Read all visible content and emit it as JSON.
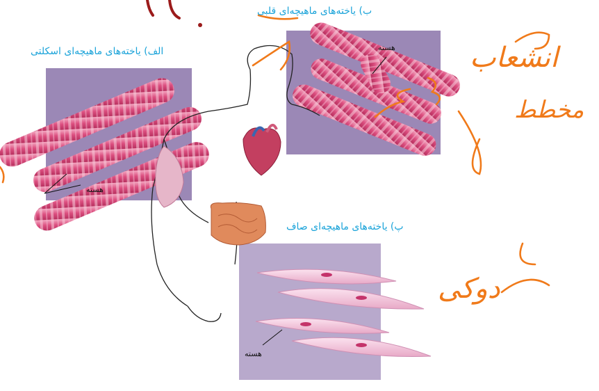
{
  "captions": {
    "skeletal": "الف) یاخته‌های ماهیچه‌ای اسکلتی",
    "cardiac": "ب) یاخته‌های ماهیچه‌ای قلبی",
    "smooth": "پ) یاخته‌های ماهیچه‌ای صاف"
  },
  "labels": {
    "nucleus_skeletal": "هسته",
    "nucleus_cardiac": "هسته",
    "nucleus_smooth": "هسته"
  },
  "handwritten_notes": {
    "branched": "انشعاب",
    "striated": "مخطط",
    "spindle": "دوکی"
  },
  "colors": {
    "caption": "#1aa3d9",
    "annotation": "#f07a1a",
    "panel_bg": "#9b88b6",
    "fiber_pink": "#e0608d",
    "smooth_cell": "#f2c6dc"
  },
  "icons": [
    "human-torso-outline",
    "heart-icon",
    "intestine-icon",
    "arm-muscle-icon"
  ]
}
